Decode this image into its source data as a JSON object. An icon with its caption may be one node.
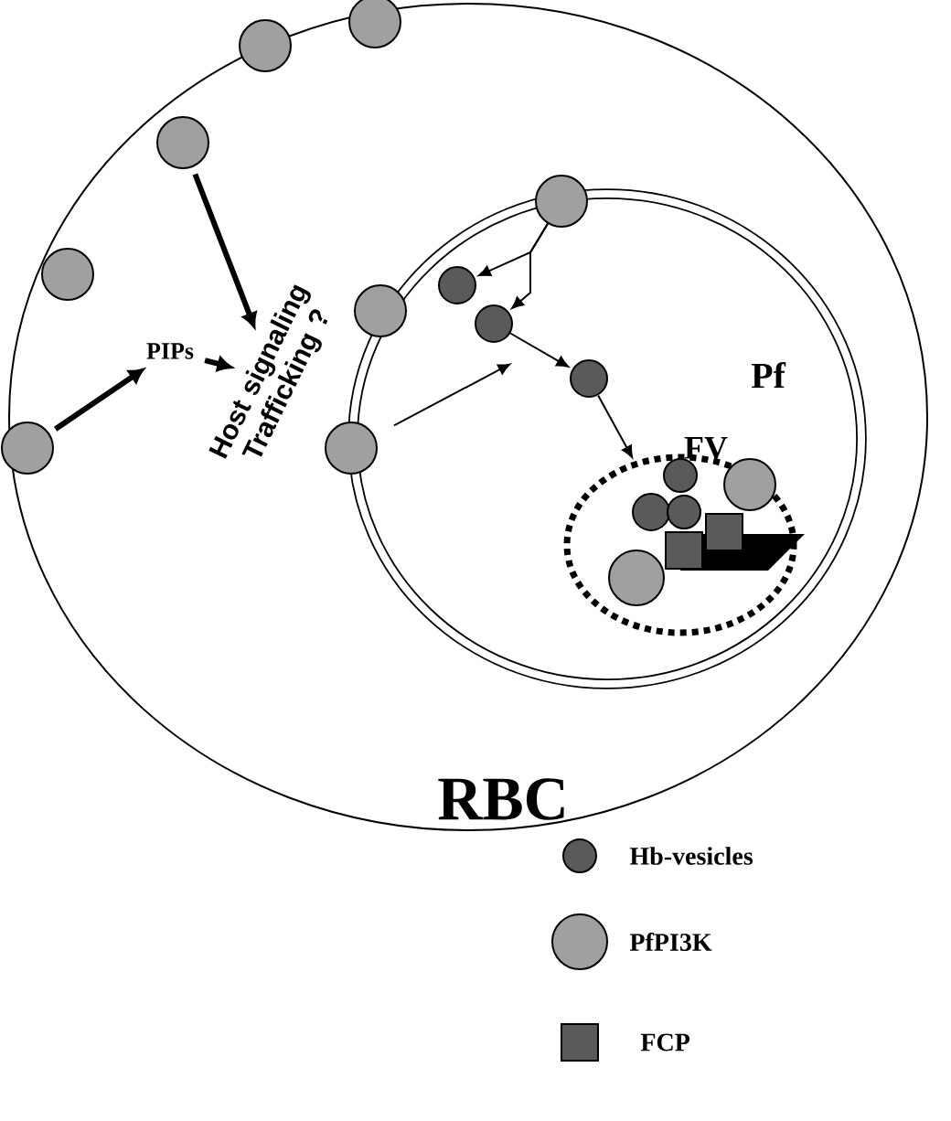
{
  "diagram": {
    "nodes": [
      {
        "text": [
          "RBC"
        ]
      },
      {
        "text": [
          "Pf"
        ],
        "in": 0
      },
      {
        "text": [
          "FV"
        ],
        "in": 1
      },
      {
        "text": [
          "PIPs"
        ],
        "in": 0
      },
      {
        "text": [
          "Host signaling Trafficking ?"
        ],
        "in": 0
      },
      {
        "text": [],
        "shape": "circle",
        "in": 0
      },
      {
        "text": [],
        "shape": "circle"
      },
      {
        "text": [],
        "shape": "circle",
        "in": 0
      },
      {
        "text": [],
        "shape": "circle",
        "in": 0
      },
      {
        "text": [],
        "shape": "circle",
        "in": 1
      },
      {
        "text": [],
        "shape": "circle",
        "in": 1
      },
      {
        "text": [],
        "shape": "circle",
        "in": 1
      },
      {
        "text": [],
        "shape": "circle"
      },
      {
        "text": [],
        "shape": "circle"
      },
      {
        "text": [],
        "shape": "circle",
        "in": 0
      },
      {
        "text": [],
        "shape": "circle",
        "in": 0
      }
    ],
    "edges": [
      {
        "from": 5,
        "to": 4,
        "arrow": "to",
        "style": "thick"
      },
      {
        "from": 6,
        "to": 3,
        "arrow": "to",
        "style": "thick"
      },
      {
        "from": 3,
        "to": 4,
        "arrow": "to",
        "style": "thick"
      },
      {
        "from": 7,
        "to": 9,
        "arrow": "to"
      },
      {
        "from": 7,
        "to": 10,
        "arrow": "to"
      },
      {
        "from": 8,
        "to": null,
        "arrow": "to"
      },
      {
        "from": 10,
        "to": 11,
        "arrow": "to"
      },
      {
        "from": 11,
        "to": 2,
        "arrow": "to"
      }
    ],
    "legend": [
      {
        "text": "Hb-vesicles"
      },
      {
        "text": "PfPI3K"
      },
      {
        "text": "FCP"
      }
    ]
  }
}
